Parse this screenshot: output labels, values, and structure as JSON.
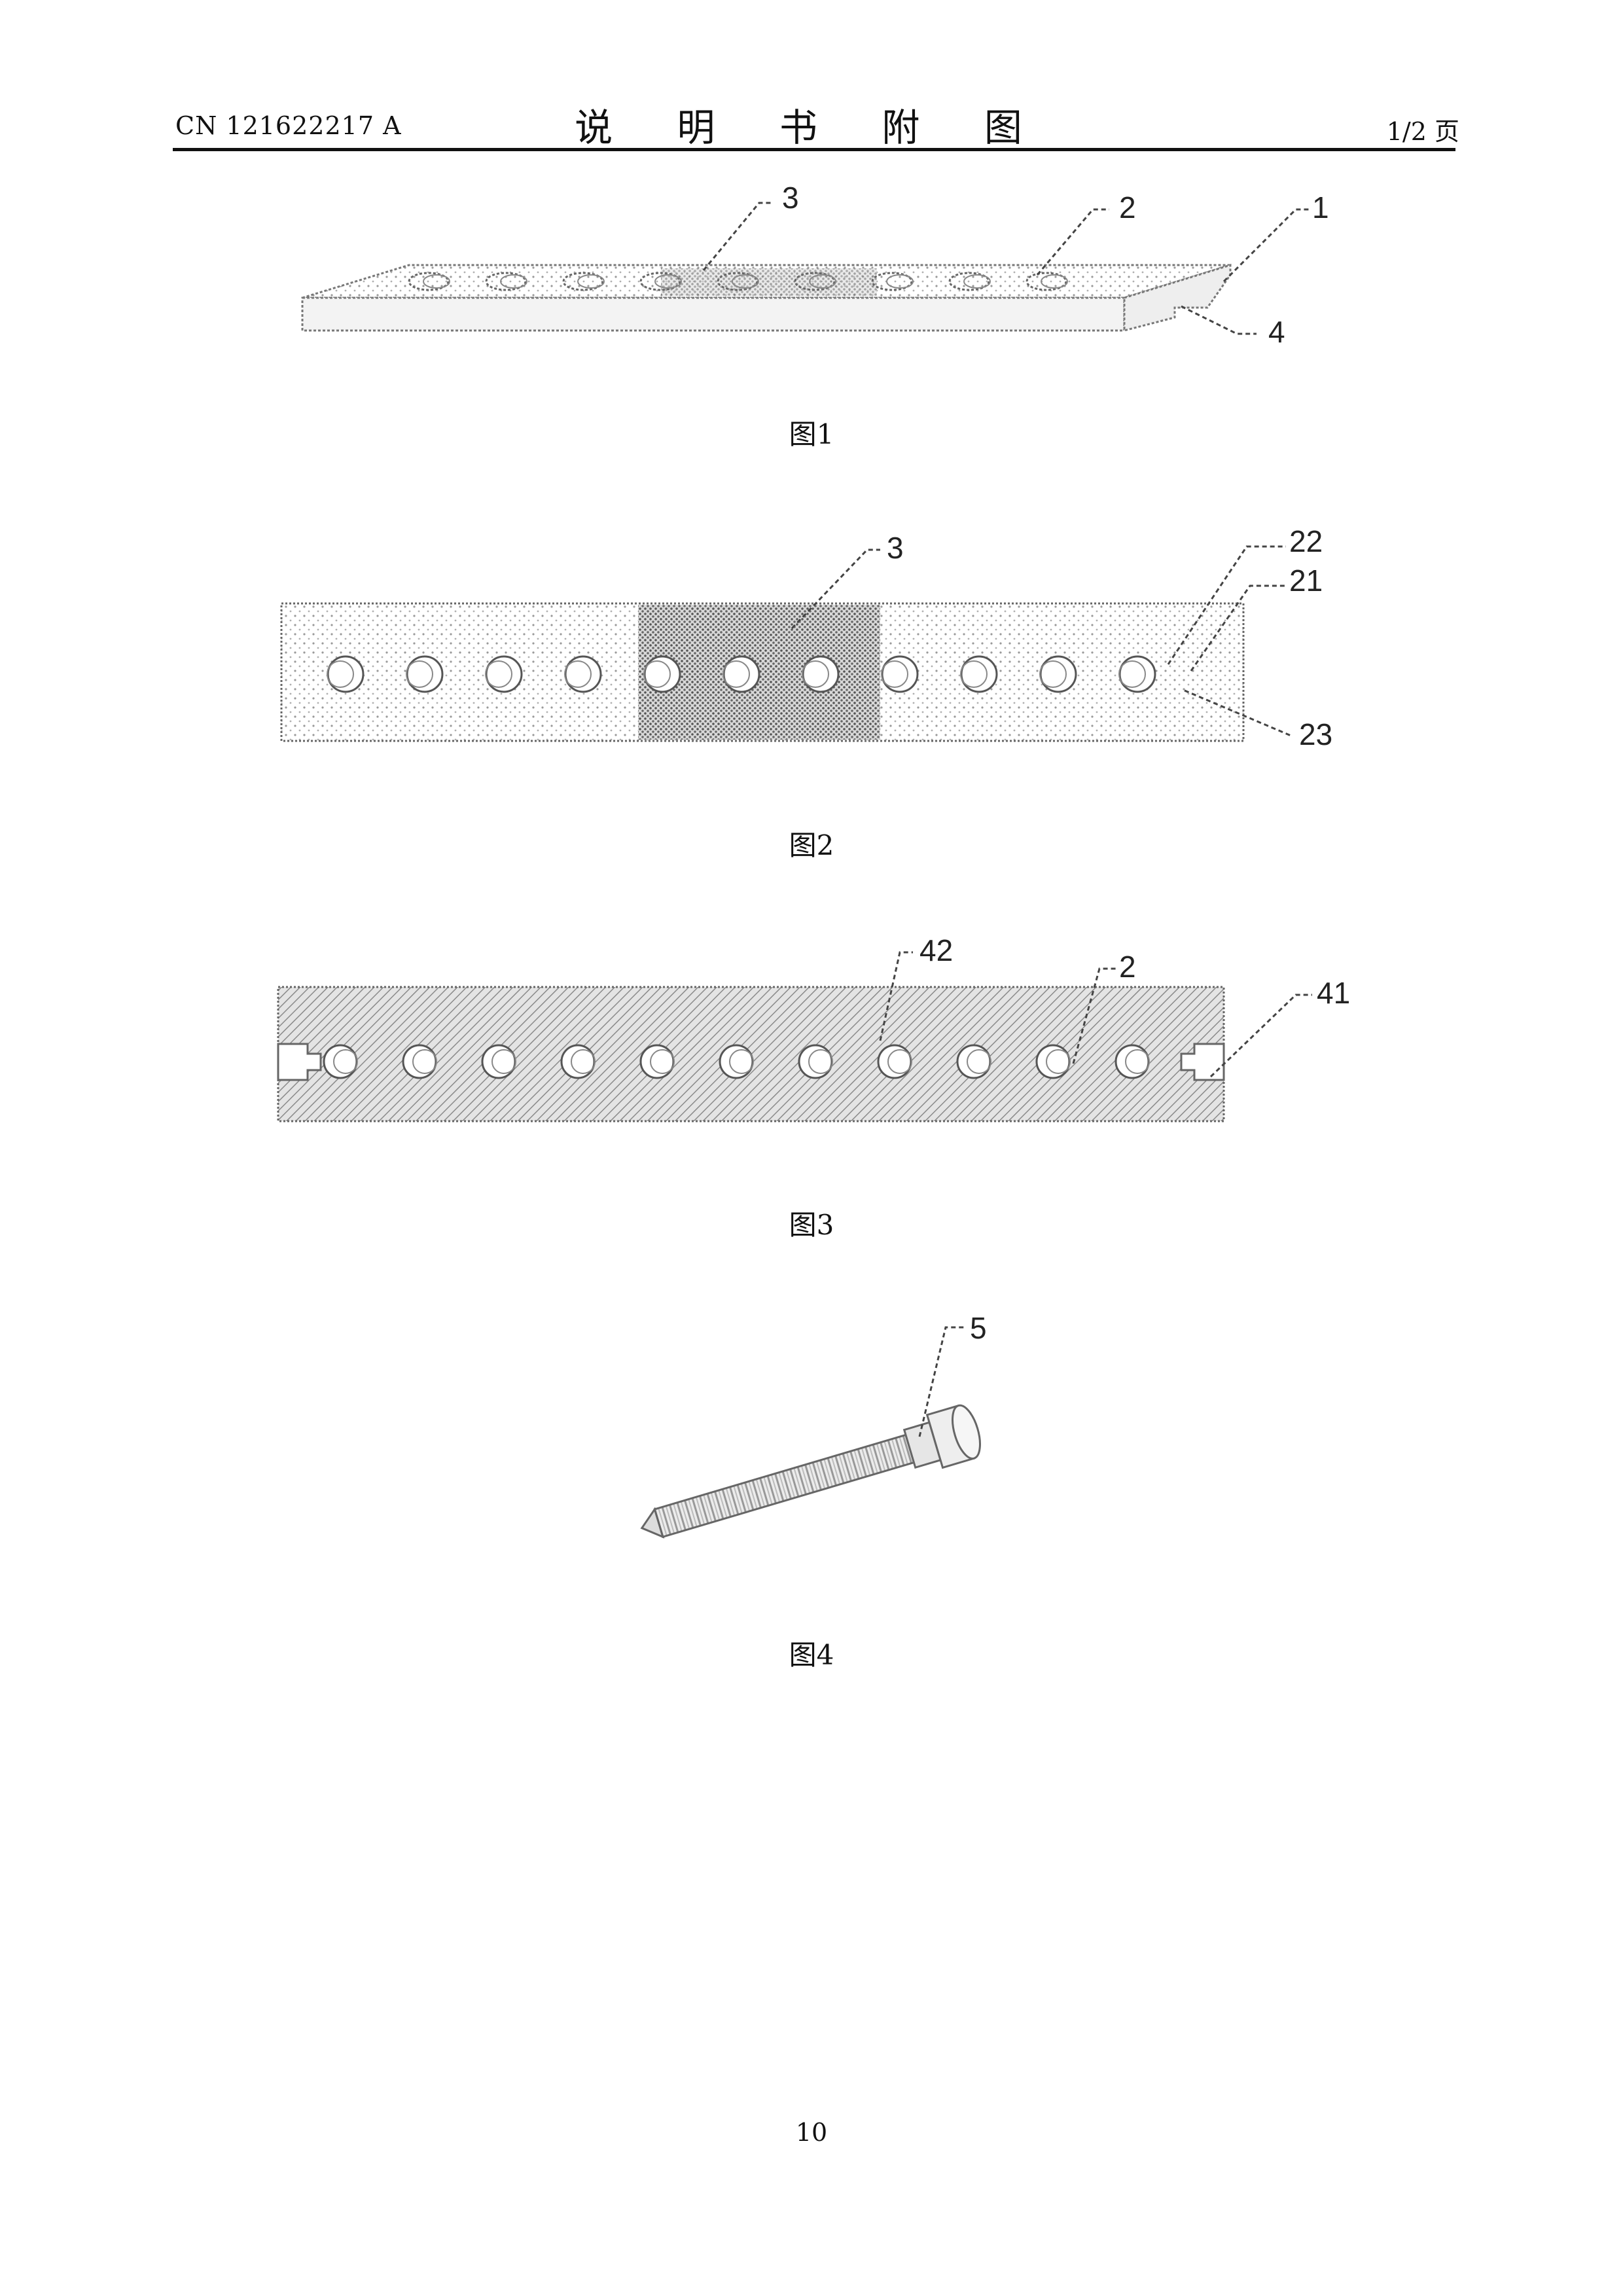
{
  "header": {
    "doc_number": "CN 121622217 A",
    "title": "说 明 书 附 图",
    "page_of": "1/2 页"
  },
  "figures": [
    {
      "caption": "图1",
      "labels": [
        "3",
        "2",
        "1",
        "4"
      ]
    },
    {
      "caption": "图2",
      "labels": [
        "3",
        "22",
        "21",
        "23"
      ]
    },
    {
      "caption": "图3",
      "labels": [
        "42",
        "2",
        "41"
      ]
    },
    {
      "caption": "图4",
      "labels": [
        "5"
      ]
    }
  ],
  "page_number": "10"
}
